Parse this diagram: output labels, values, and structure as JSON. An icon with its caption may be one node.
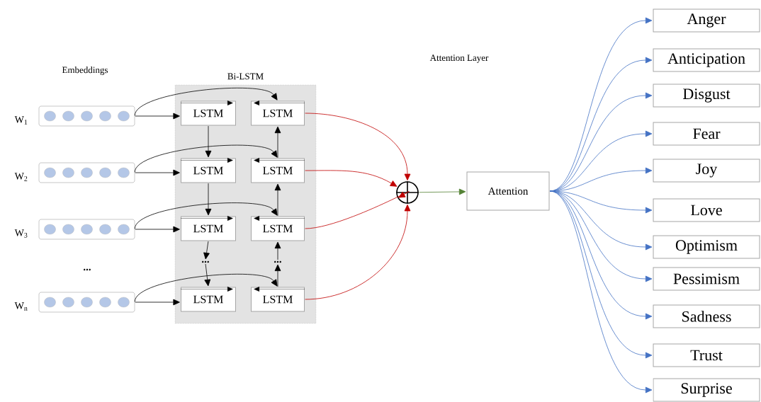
{
  "diagram": {
    "nodes": [
      {
        "text": [
          "Bi-LSTM"
        ]
      },
      {
        "text": [],
        "shape": "box",
        "beside": [
          "W$_{1}$"
        ]
      },
      {
        "text": [],
        "shape": "box",
        "beside": [
          "W$_{2}$"
        ]
      },
      {
        "text": [],
        "shape": "box",
        "beside": [
          "W$_{3}$"
        ]
      },
      {
        "text": [],
        "shape": "box",
        "beside": [
          "W$_{n}$"
        ]
      },
      {
        "text": [
          "LSTM"
        ],
        "in": 0
      },
      {
        "text": [
          "LSTM"
        ],
        "in": 0
      },
      {
        "text": [
          "LSTM"
        ],
        "in": 0
      },
      {
        "text": [
          "LSTM"
        ],
        "in": 0
      },
      {
        "text": [
          "LSTM"
        ],
        "in": 0
      },
      {
        "text": [
          "LSTM"
        ],
        "in": 0
      },
      {
        "text": [
          "..."
        ],
        "in": 0
      },
      {
        "text": [
          "..."
        ],
        "in": 0
      },
      {
        "text": [
          "LSTM"
        ],
        "in": 0
      },
      {
        "text": [
          "LSTM"
        ],
        "in": 0
      },
      {
        "text": [],
        "shape": "circle"
      },
      {
        "text": [
          "Attention"
        ]
      },
      {
        "text": [
          "Anger"
        ]
      },
      {
        "text": [
          "Anticipation"
        ]
      },
      {
        "text": [
          "Disgust"
        ]
      },
      {
        "text": [
          "Fear"
        ]
      },
      {
        "text": [
          "Joy"
        ]
      },
      {
        "text": [
          "Love"
        ]
      },
      {
        "text": [
          "Optimism"
        ]
      },
      {
        "text": [
          "Pessimism"
        ]
      },
      {
        "text": [
          "Sadness"
        ]
      },
      {
        "text": [
          "Trust"
        ]
      },
      {
        "text": [
          "Surprise"
        ]
      }
    ],
    "edges": [
      {
        "from": 1,
        "to": 5,
        "arrow": "to"
      },
      {
        "from": 1,
        "to": 6,
        "arrow": "to"
      },
      {
        "from": 2,
        "to": 7,
        "arrow": "to"
      },
      {
        "from": 2,
        "to": 8,
        "arrow": "to"
      },
      {
        "from": 3,
        "to": 9,
        "arrow": "to"
      },
      {
        "from": 3,
        "to": 10,
        "arrow": "to"
      },
      {
        "from": 4,
        "to": 13,
        "arrow": "to"
      },
      {
        "from": 4,
        "to": 14,
        "arrow": "to"
      },
      {
        "from": 5,
        "to": 7,
        "arrow": "to"
      },
      {
        "from": 7,
        "to": 9,
        "arrow": "to"
      },
      {
        "from": 9,
        "to": 11,
        "arrow": "to"
      },
      {
        "from": 11,
        "to": 13,
        "arrow": "to"
      },
      {
        "from": 8,
        "to": 6,
        "arrow": "to"
      },
      {
        "from": 10,
        "to": 8,
        "arrow": "to"
      },
      {
        "from": 12,
        "to": 10,
        "arrow": "to"
      },
      {
        "from": 14,
        "to": 12,
        "arrow": "to"
      },
      {
        "from": 6,
        "to": 15,
        "arrow": "to",
        "color": "#c00000"
      },
      {
        "from": 8,
        "to": 15,
        "arrow": "to",
        "color": "#c00000"
      },
      {
        "from": 10,
        "to": 15,
        "arrow": "to",
        "color": "#c00000"
      },
      {
        "from": 14,
        "to": 15,
        "arrow": "to",
        "color": "#c00000"
      },
      {
        "from": 15,
        "to": 16,
        "arrow": "to",
        "color": "#548235"
      },
      {
        "from": 16,
        "to": 17,
        "arrow": "to",
        "color": "#4472c4"
      },
      {
        "from": 16,
        "to": 18,
        "arrow": "to",
        "color": "#4472c4"
      },
      {
        "from": 16,
        "to": 19,
        "arrow": "to",
        "color": "#4472c4"
      },
      {
        "from": 16,
        "to": 20,
        "arrow": "to",
        "color": "#4472c4"
      },
      {
        "from": 16,
        "to": 21,
        "arrow": "to",
        "color": "#4472c4"
      },
      {
        "from": 16,
        "to": 22,
        "arrow": "to",
        "color": "#4472c4"
      },
      {
        "from": 16,
        "to": 23,
        "arrow": "to",
        "color": "#4472c4"
      },
      {
        "from": 16,
        "to": 24,
        "arrow": "to",
        "color": "#4472c4"
      },
      {
        "from": 16,
        "to": 25,
        "arrow": "to",
        "color": "#4472c4"
      },
      {
        "from": 16,
        "to": 26,
        "arrow": "to",
        "color": "#4472c4"
      },
      {
        "from": 16,
        "to": 27,
        "arrow": "to",
        "color": "#4472c4"
      }
    ],
    "labels": [
      "Embeddings",
      "Attention Layer",
      "..."
    ]
  }
}
